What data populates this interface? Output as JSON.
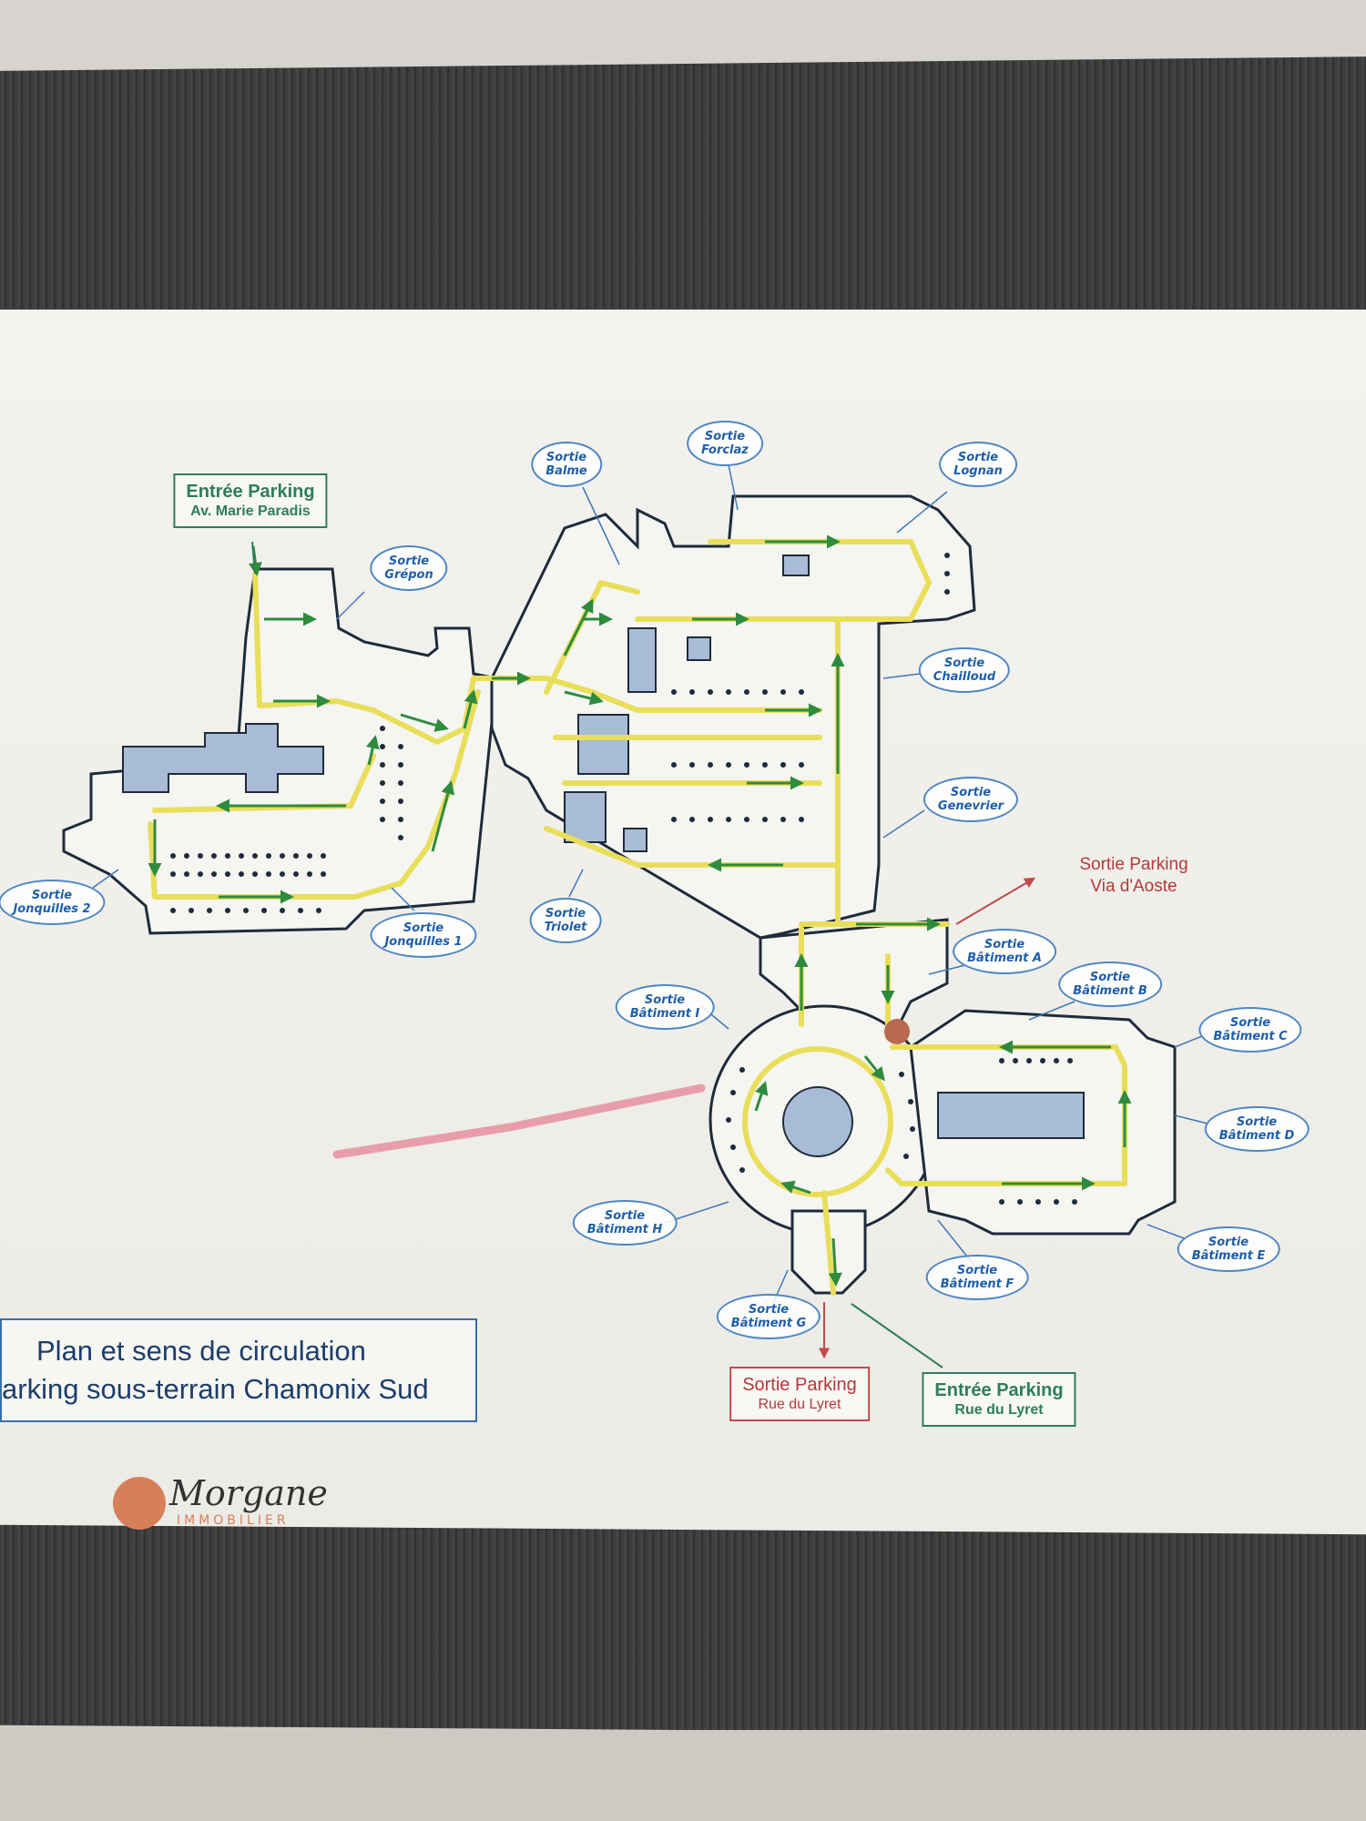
{
  "map": {
    "title_line1": "Plan  et sens de circulation",
    "title_line2": "arking sous-terrain Chamonix Sud",
    "entries": [
      {
        "id": "entree-marie-paradis",
        "line1": "Entrée Parking",
        "line2": "Av. Marie Paradis"
      },
      {
        "id": "entree-lyret",
        "line1": "Entrée Parking",
        "line2": "Rue du Lyret"
      }
    ],
    "exits": [
      {
        "id": "sortie-lyret",
        "line1": "Sortie Parking",
        "line2": "Rue du Lyret"
      },
      {
        "id": "sortie-aoste",
        "line1": "Sortie Parking",
        "line2": "Via d'Aoste"
      }
    ],
    "pedestrian_exits": [
      {
        "id": "balme",
        "line1": "Sortie",
        "line2": "Balme"
      },
      {
        "id": "forclaz",
        "line1": "Sortie",
        "line2": "Forclaz"
      },
      {
        "id": "lognan",
        "line1": "Sortie",
        "line2": "Lognan"
      },
      {
        "id": "grepon",
        "line1": "Sortie",
        "line2": "Grépon"
      },
      {
        "id": "chailloud",
        "line1": "Sortie",
        "line2": "Chailloud"
      },
      {
        "id": "genevrier",
        "line1": "Sortie",
        "line2": "Genevrier"
      },
      {
        "id": "jonquilles-2",
        "line1": "Sortie",
        "line2": "Jonquilles 2"
      },
      {
        "id": "jonquilles-1",
        "line1": "Sortie",
        "line2": "Jonquilles 1"
      },
      {
        "id": "triolet",
        "line1": "Sortie",
        "line2": "Triolet"
      },
      {
        "id": "batiment-a",
        "line1": "Sortie",
        "line2": "Bâtiment A"
      },
      {
        "id": "batiment-b",
        "line1": "Sortie",
        "line2": "Bâtiment B"
      },
      {
        "id": "batiment-c",
        "line1": "Sortie",
        "line2": "Bâtiment C"
      },
      {
        "id": "batiment-d",
        "line1": "Sortie",
        "line2": "Bâtiment D"
      },
      {
        "id": "batiment-e",
        "line1": "Sortie",
        "line2": "Bâtiment E"
      },
      {
        "id": "batiment-f",
        "line1": "Sortie",
        "line2": "Bâtiment F"
      },
      {
        "id": "batiment-g",
        "line1": "Sortie",
        "line2": "Bâtiment G"
      },
      {
        "id": "batiment-h",
        "line1": "Sortie",
        "line2": "Bâtiment H"
      },
      {
        "id": "batiment-i",
        "line1": "Sortie",
        "line2": "Bâtiment I"
      }
    ],
    "logo": {
      "name": "Morgane",
      "sub": "IMMOBILIER"
    },
    "colors": {
      "wall": "#1f2b3a",
      "traffic_lane": "#e9de5a",
      "direction_arrow": "#2e8b3e",
      "block": "#a9bcd6",
      "label_border": "#4f86c2",
      "entry": "#2e7d5b",
      "exit": "#c24a4a"
    }
  }
}
